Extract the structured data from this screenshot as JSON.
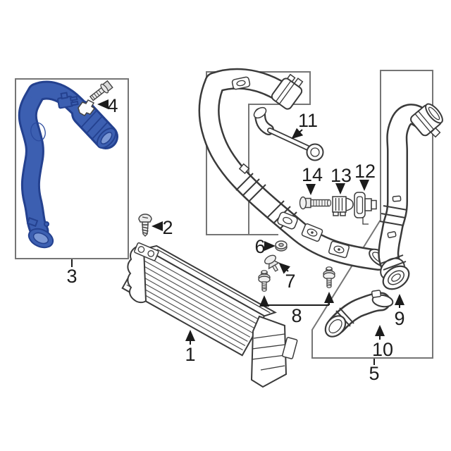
{
  "diagram": {
    "kind": "exploded-parts-diagram",
    "background": "#ffffff",
    "colors": {
      "background": "#ffffff",
      "box_border": "#757575",
      "outline": "#3a3a3a",
      "label": "#1c1c1c",
      "hose_fill": "#3c5fb1",
      "hose_stroke": "#24418f",
      "hose_inner": "#7b97d4"
    },
    "callouts": [
      {
        "number": "1"
      },
      {
        "number": "2"
      },
      {
        "number": "3"
      },
      {
        "number": "4"
      },
      {
        "number": "5"
      },
      {
        "number": "6"
      },
      {
        "number": "7"
      },
      {
        "number": "8"
      },
      {
        "number": "9"
      },
      {
        "number": "10"
      },
      {
        "number": "11"
      },
      {
        "number": "12"
      },
      {
        "number": "13"
      },
      {
        "number": "14"
      }
    ]
  }
}
